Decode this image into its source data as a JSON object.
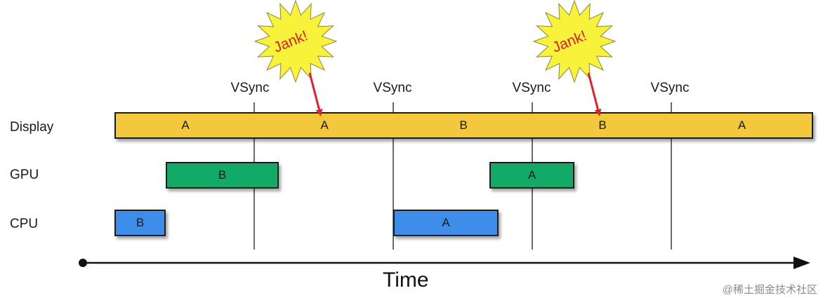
{
  "rows": {
    "display": "Display",
    "gpu": "GPU",
    "cpu": "CPU"
  },
  "vsync": [
    "VSync",
    "VSync",
    "VSync",
    "VSync"
  ],
  "frames": {
    "display": [
      "A",
      "A",
      "B",
      "B",
      "A"
    ],
    "gpu": [
      "B",
      "A"
    ],
    "cpu": [
      "B",
      "A"
    ]
  },
  "jank": [
    "Jank!",
    "Jank!"
  ],
  "axis": {
    "label": "Time"
  },
  "watermark": "@稀土掘金技术社区",
  "colors": {
    "display": "#F4C83C",
    "gpu": "#13A967",
    "cpu": "#3E8DEB",
    "jank_burst": "#F8F23A",
    "jank_text": "#D8212B",
    "arrow": "#E0202C"
  }
}
